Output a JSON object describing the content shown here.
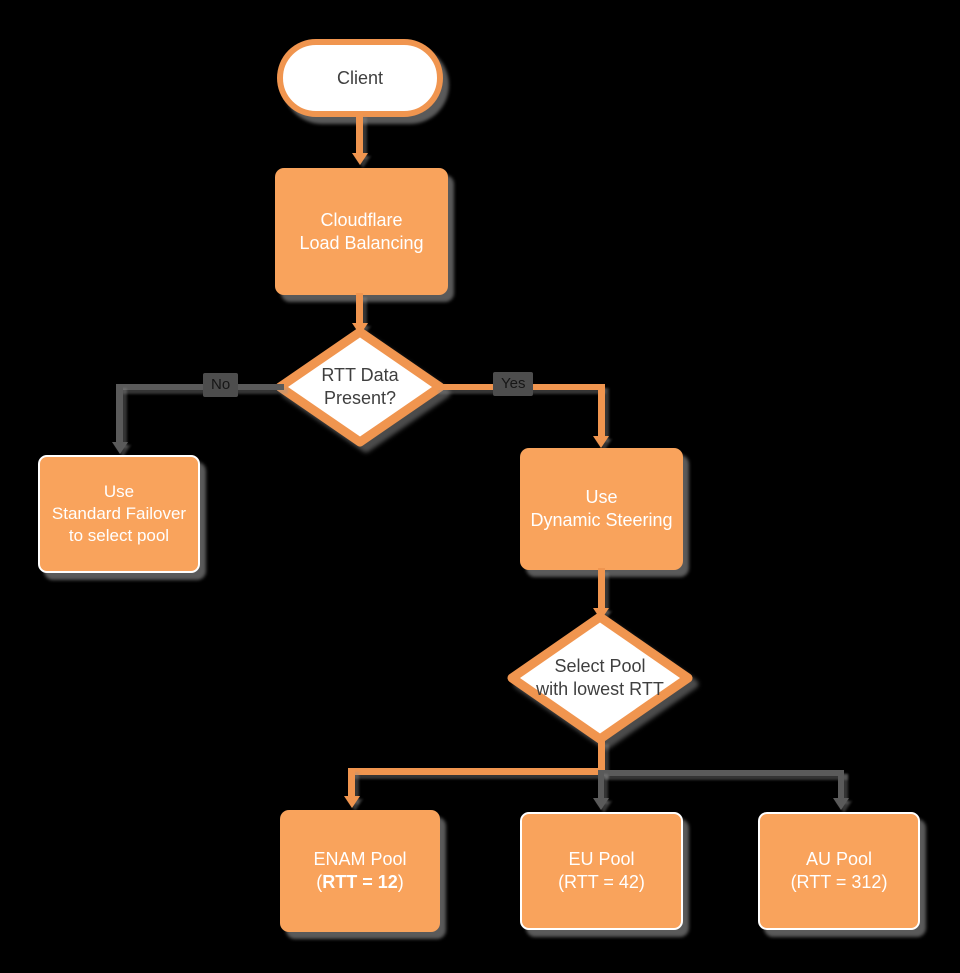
{
  "colors": {
    "background": "#000000",
    "node_fill": "#F9A35C",
    "node_stroke": "#F0954F",
    "gray_line": "#5A5A5A",
    "node_text_light": "#FFFFFF",
    "node_text_dark": "#3F3F3F",
    "label_bg": "#4D4D4D",
    "label_text": "#161616"
  },
  "nodes": {
    "client": {
      "label": "Client"
    },
    "load_balancer": {
      "line1": "Cloudflare",
      "line2": "Load Balancing"
    },
    "rtt_decision": {
      "line1": "RTT Data",
      "line2": "Present?"
    },
    "standard_failover": {
      "line1": "Use",
      "line2": "Standard Failover",
      "line3": "to select pool"
    },
    "dynamic_steering": {
      "line1": "Use",
      "line2": "Dynamic Steering"
    },
    "select_pool": {
      "line1": "Select Pool",
      "line2": "with lowest RTT"
    },
    "enam_pool": {
      "line1": "ENAM Pool",
      "line2_open": "(",
      "line2_bold": "RTT = 12",
      "line2_close": ")"
    },
    "eu_pool": {
      "line1": "EU Pool",
      "line2": "(RTT = 42)"
    },
    "au_pool": {
      "line1": "AU Pool",
      "line2": "(RTT = 312)"
    }
  },
  "edges": {
    "no_label": "No",
    "yes_label": "Yes"
  }
}
